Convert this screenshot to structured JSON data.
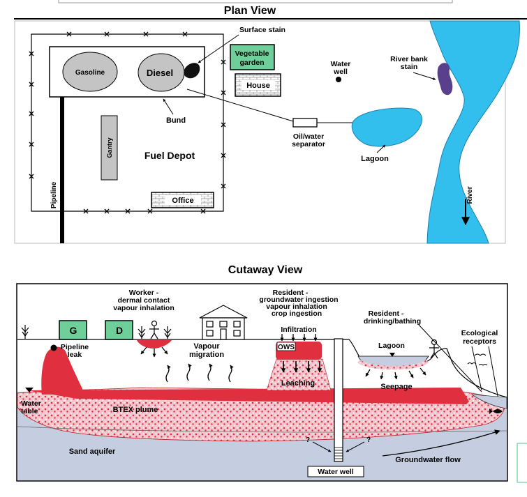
{
  "plan": {
    "title": "Plan View",
    "surface_stain": "Surface stain",
    "vegetable_garden": [
      "Vegetable",
      "garden"
    ],
    "house": "House",
    "water_well": [
      "Water",
      "well"
    ],
    "river_bank_stain": [
      "River bank",
      "stain"
    ],
    "gasoline": "Gasoline",
    "diesel": "Diesel",
    "bund": "Bund",
    "separator": [
      "Oil/water",
      "separator"
    ],
    "lagoon": "Lagoon",
    "gantry": "Gantry",
    "fuel_depot": "Fuel Depot",
    "pipeline": "Pipeline",
    "office": "Office",
    "river": "River"
  },
  "cutaway": {
    "title": "Cutaway View",
    "worker": [
      "Worker -",
      "dermal contact",
      "vapour inhalation"
    ],
    "resident_groundwater": [
      "Resident -",
      "groundwater ingestion",
      "vapour inhalation",
      "crop ingestion"
    ],
    "resident_drinking": [
      "Resident -",
      "drinking/bathing"
    ],
    "ecological": [
      "Ecological",
      "receptors"
    ],
    "tank_g": "G",
    "tank_d": "D",
    "pipeline_leak": [
      "Pipeline",
      "leak"
    ],
    "vapour_migration": [
      "Vapour",
      "migration"
    ],
    "infiltration": "Infiltration",
    "ows": "OWS",
    "leaching": "Leaching",
    "lagoon": "Lagoon",
    "seepage": "Seepage",
    "water_table": [
      "Water",
      "table"
    ],
    "btex_plume": "BTEX plume",
    "sand_aquifer": "Sand aquifer",
    "groundwater_flow": "Groundwater flow",
    "water_well": "Water well",
    "unknown_marks": [
      "?",
      "?"
    ]
  },
  "colors": {
    "plume_red": "#e0303f",
    "plume_pink": "#f2c6cf",
    "aquifer_blue": "#c5cde0",
    "river_blue": "#33bfee",
    "garden_green": "#6fcf9a",
    "tank_grey": "#c4c4c4",
    "stain_purple": "#5a3f8c"
  }
}
